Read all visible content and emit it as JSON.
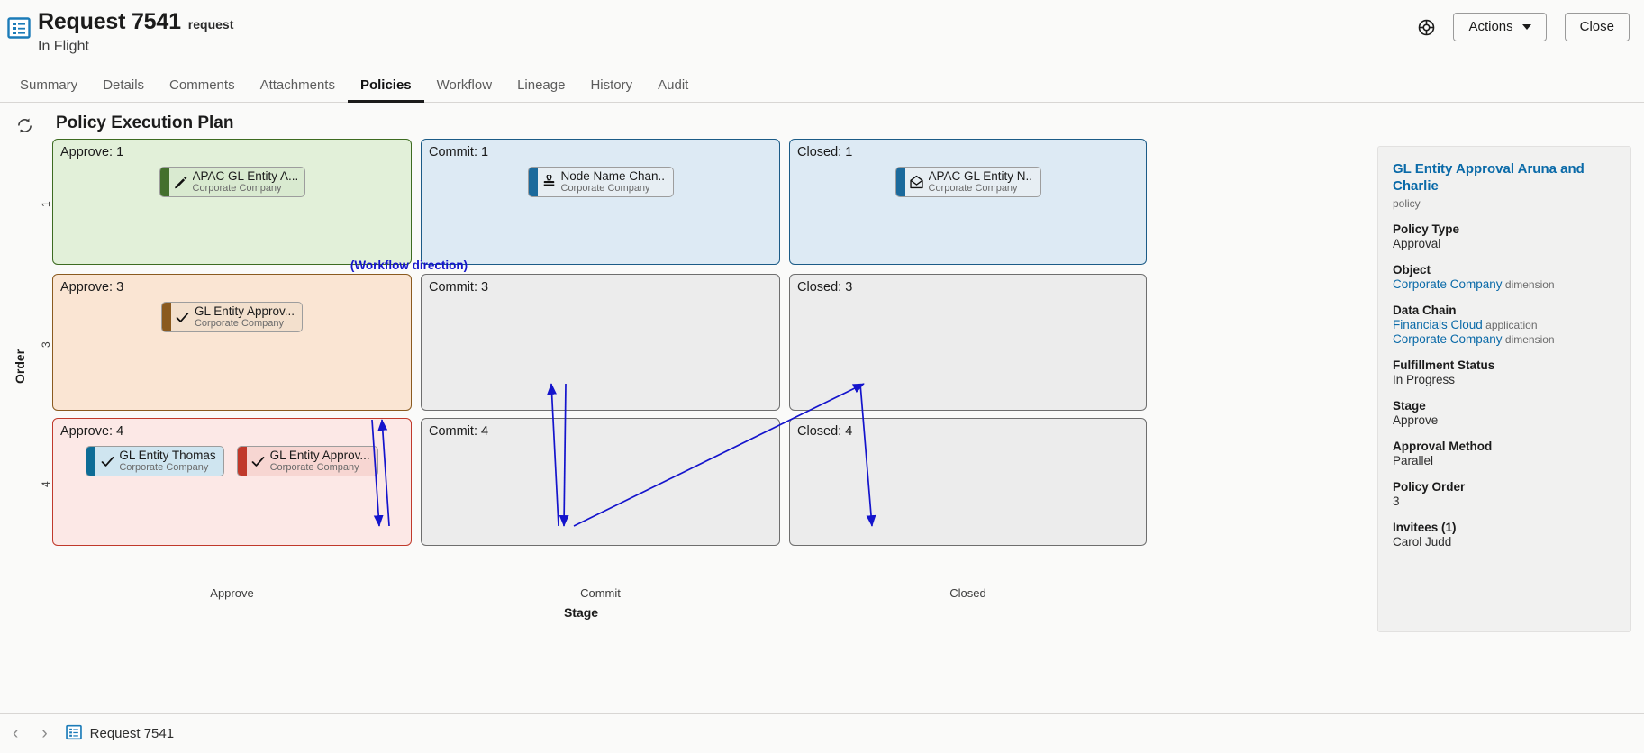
{
  "header": {
    "icon": "request-list-icon",
    "title": "Request 7541",
    "subtype": "request",
    "status": "In Flight",
    "helper_icon": "life-ring-icon",
    "actions_label": "Actions",
    "close_label": "Close"
  },
  "tabs": [
    {
      "label": "Summary",
      "active": false
    },
    {
      "label": "Details",
      "active": false
    },
    {
      "label": "Comments",
      "active": false
    },
    {
      "label": "Attachments",
      "active": false
    },
    {
      "label": "Policies",
      "active": true
    },
    {
      "label": "Workflow",
      "active": false
    },
    {
      "label": "Lineage",
      "active": false
    },
    {
      "label": "History",
      "active": false
    },
    {
      "label": "Audit",
      "active": false
    }
  ],
  "main": {
    "refresh_icon": "refresh-icon",
    "plan_title": "Policy Execution Plan",
    "workflow_direction_label": "(Workflow direction)"
  },
  "chart_data": {
    "type": "table",
    "title": "Policy Execution Plan",
    "xlabel": "Stage",
    "ylabel": "Order",
    "x_categories": [
      "Approve",
      "Commit",
      "Closed"
    ],
    "y_categories": [
      "1",
      "3",
      "4"
    ],
    "annotation": "(Workflow direction)",
    "cells": [
      {
        "stage": "Approve",
        "order": "1",
        "title": "Approve: 1",
        "fill": "#e2f0d9",
        "border": "#3d6b21",
        "cards": [
          {
            "name": "APAC GL Entity A...",
            "sub": "Corporate Company",
            "icon": "pencil-icon",
            "accent": "#44702d",
            "bg": "#d9ead0"
          }
        ]
      },
      {
        "stage": "Commit",
        "order": "1",
        "title": "Commit: 1",
        "fill": "#ddeaf4",
        "border": "#1b5b87",
        "cards": [
          {
            "name": "Node Name Chan...",
            "sub": "Corporate Company",
            "icon": "stamp-icon",
            "accent": "#1b6a9c",
            "bg": "#e7eef3"
          }
        ]
      },
      {
        "stage": "Closed",
        "order": "1",
        "title": "Closed: 1",
        "fill": "#ddeaf4",
        "border": "#1b5b87",
        "cards": [
          {
            "name": "APAC GL Entity N...",
            "sub": "Corporate Company",
            "icon": "envelope-icon",
            "accent": "#1b6a9c",
            "bg": "#e7eef3"
          }
        ]
      },
      {
        "stage": "Approve",
        "order": "3",
        "title": "Approve: 3",
        "fill": "#fae5d3",
        "border": "#8a5a1f",
        "cards": [
          {
            "name": "GL Entity Approv...",
            "sub": "Corporate Company",
            "icon": "check-icon",
            "accent": "#8a5a1f",
            "bg": "#f3e0cd"
          }
        ]
      },
      {
        "stage": "Commit",
        "order": "3",
        "title": "Commit: 3",
        "fill": "#ececec",
        "border": "#6e6e6e",
        "cards": []
      },
      {
        "stage": "Closed",
        "order": "3",
        "title": "Closed: 3",
        "fill": "#ececec",
        "border": "#6e6e6e",
        "cards": []
      },
      {
        "stage": "Approve",
        "order": "4",
        "title": "Approve: 4",
        "fill": "#fce8e6",
        "border": "#c0392b",
        "cards": [
          {
            "name": "GL Entity Thomas",
            "sub": "Corporate Company",
            "icon": "check-icon",
            "accent": "#0d6c96",
            "bg": "#cfe5f0"
          },
          {
            "name": "GL Entity Approv...",
            "sub": "Corporate Company",
            "icon": "check-icon",
            "accent": "#c0392b",
            "bg": "#f7d6d2"
          }
        ]
      },
      {
        "stage": "Commit",
        "order": "4",
        "title": "Commit: 4",
        "fill": "#ececec",
        "border": "#6e6e6e",
        "cards": []
      },
      {
        "stage": "Closed",
        "order": "4",
        "title": "Closed: 4",
        "fill": "#ececec",
        "border": "#6e6e6e",
        "cards": []
      }
    ],
    "arrow_color": "#1414cc"
  },
  "detail": {
    "title": "GL Entity Approval Aruna and Charlie",
    "subtitle": "policy",
    "groups": [
      {
        "label": "Policy Type",
        "values": [
          {
            "text": "Approval",
            "link": false
          }
        ]
      },
      {
        "label": "Object",
        "values": [
          {
            "text": "Corporate Company",
            "link": true,
            "meta": "dimension"
          }
        ]
      },
      {
        "label": "Data Chain",
        "values": [
          {
            "text": "Financials Cloud",
            "link": true,
            "meta": "application"
          },
          {
            "text": "Corporate Company",
            "link": true,
            "meta": "dimension"
          }
        ]
      },
      {
        "label": "Fulfillment Status",
        "values": [
          {
            "text": "In Progress",
            "link": false
          }
        ]
      },
      {
        "label": "Stage",
        "values": [
          {
            "text": "Approve",
            "link": false
          }
        ]
      },
      {
        "label": "Approval Method",
        "values": [
          {
            "text": "Parallel",
            "link": false
          }
        ]
      },
      {
        "label": "Policy Order",
        "values": [
          {
            "text": "3",
            "link": false
          }
        ]
      },
      {
        "label": "Invitees (1)",
        "values": [
          {
            "text": "Carol Judd",
            "link": false
          }
        ]
      }
    ]
  },
  "footer": {
    "prev_icon": "chevron-left-icon",
    "next_icon": "chevron-right-icon",
    "crumb_icon": "request-list-icon",
    "crumb_label": "Request 7541"
  }
}
